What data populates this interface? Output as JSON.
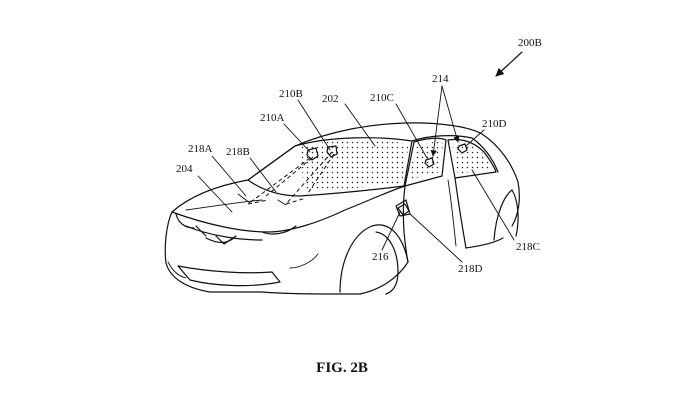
{
  "figure": {
    "caption": "FIG. 2B",
    "view_label": "200B",
    "labels": {
      "l202": "202",
      "l204": "204",
      "l210A": "210A",
      "l210B": "210B",
      "l210C": "210C",
      "l210D": "210D",
      "l214": "214",
      "l216": "216",
      "l218A": "218A",
      "l218B": "218B",
      "l218C": "218C",
      "l218D": "218D"
    }
  }
}
